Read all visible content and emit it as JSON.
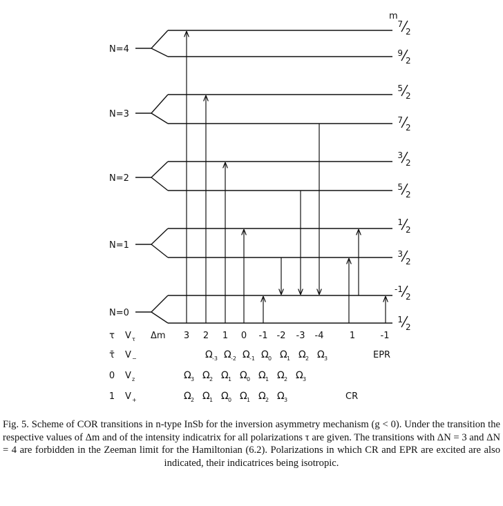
{
  "diagram": {
    "m_header": "m",
    "levels": [
      {
        "n_label": "N=4",
        "m_upper": "7/2",
        "m_lower": "9/2"
      },
      {
        "n_label": "N=3",
        "m_upper": "5/2",
        "m_lower": "7/2"
      },
      {
        "n_label": "N=2",
        "m_upper": "3/2",
        "m_lower": "5/2"
      },
      {
        "n_label": "N=1",
        "m_upper": "1/2",
        "m_lower": "3/2"
      },
      {
        "n_label": "N=0",
        "m_upper": "-1/2",
        "m_lower": "1/2"
      }
    ],
    "table": {
      "header": {
        "tau": "τ",
        "v": "V",
        "v_sub": "τ",
        "dm": "Δm"
      },
      "dm_values": [
        "3",
        "2",
        "1",
        "0",
        "-1",
        "-2",
        "-3",
        "-4",
        "1",
        "-1"
      ],
      "rows": [
        {
          "tau": "τ̄",
          "v": "V",
          "v_sub": "−",
          "omegas": [
            "-3",
            "-2",
            "-1",
            "0",
            "1",
            "2",
            "3"
          ],
          "tag": "EPR"
        },
        {
          "tau": "0",
          "v": "V",
          "v_sub": "z",
          "omegas": [
            "3",
            "2",
            "1",
            "0",
            "1",
            "2",
            "3"
          ],
          "tag": ""
        },
        {
          "tau": "1",
          "v": "V",
          "v_sub": "+",
          "omegas": [
            "2",
            "1",
            "0",
            "1",
            "2",
            "3"
          ],
          "tag": "CR"
        }
      ]
    }
  },
  "caption": "Fig. 5. Scheme of COR transitions in n-type InSb for the inversion asymmetry mechanism (g < 0). Under the transition the respective values of Δm and of the intensity indicatrix for all polarizations τ are given. The transitions with ΔN = 3 and ΔN = 4 are forbidden in the Zeeman limit for the Hamiltonian (6.2). Polarizations in which CR and EPR are excited are also indicated, their indicatrices being isotropic."
}
